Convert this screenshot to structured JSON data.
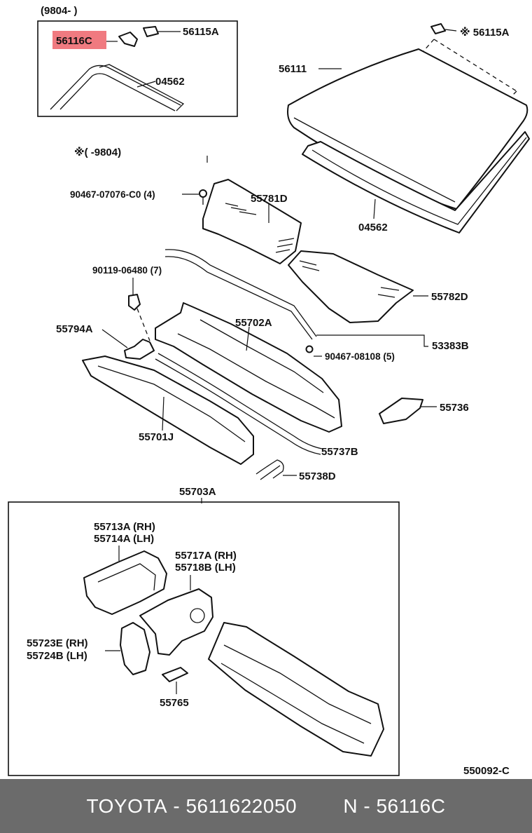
{
  "inset": {
    "date_range": "(9804-        )",
    "labels": [
      "56116C",
      "56115A",
      "04562"
    ],
    "highlight_color": "#f07a80"
  },
  "note": {
    "date_range": "※(        -9804)"
  },
  "callouts": {
    "c56115A": "※ 56115A",
    "c56111": "56111",
    "c04562": "04562",
    "c90467_07076": "90467-07076-C0 (4)",
    "c55781D": "55781D",
    "c55782D": "55782D",
    "c90119_06480": "90119-06480 (7)",
    "c55794A": "55794A",
    "c55702A": "55702A",
    "c53383B": "53383B",
    "c90467_08108": "90467-08108 (5)",
    "c55736": "55736",
    "c55701J": "55701J",
    "c55737B": "55737B",
    "c55738D": "55738D"
  },
  "subassembly": {
    "title": "55703A",
    "labels": {
      "l55713A": "55713A (RH)",
      "l55714A": "55714A (LH)",
      "l55717A": "55717A (RH)",
      "l55718B": "55718B (LH)",
      "l55723E": "55723E (RH)",
      "l55724B": "55724B (LH)",
      "l55765": "55765"
    }
  },
  "diagram_code": "550092-C",
  "footer": {
    "brand": "TOYOTA",
    "part_number": "5611622050",
    "ref": "N",
    "highlighted_part": "56116C",
    "background": "#6b6b6b"
  }
}
